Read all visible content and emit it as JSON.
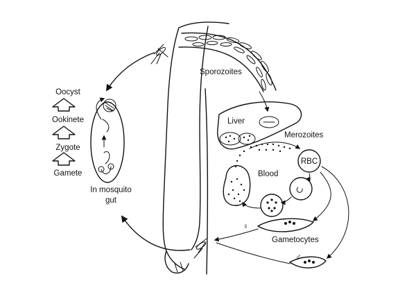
{
  "labels": {
    "sporozoites": "Sporozoites",
    "liver": "Liver",
    "merozoites": "Merozoites",
    "rbc": "RBC",
    "blood": "Blood",
    "gametocytes": "Gametocytes",
    "female_symbol": "♀",
    "male_symbol": "♂",
    "oocyst": "Oocyst",
    "ookinete": "Ookinete",
    "zygote": "Zygote",
    "gamete": "Gamete",
    "in_mosquito_line1": "In mosquito",
    "in_mosquito_line2": "gut"
  },
  "colors": {
    "ink": "#111111",
    "background": "#ffffff"
  }
}
